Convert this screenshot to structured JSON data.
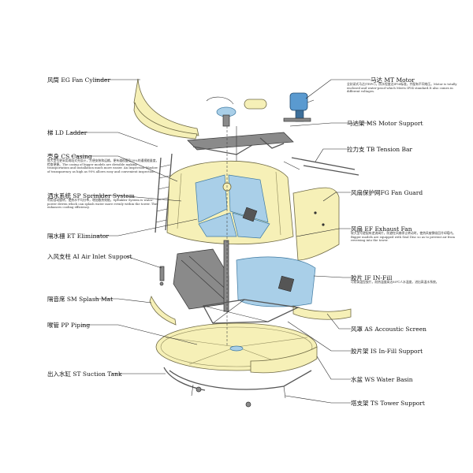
{
  "colors": {
    "shell": "#f6f0b7",
    "shell_stroke": "#6f6a45",
    "blue_fill": "#a9cfe8",
    "blue_stroke": "#3f7aa2",
    "frame_dark": "#555555",
    "line": "#222222",
    "motor_blue": "#5a9ad0"
  },
  "labels": {
    "fan_cylinder": "风筒 EG  Fan Cylinder",
    "ladder": "梯 LD  Ladder",
    "casing": "壳身 CS  Casing",
    "casing_desc": "较大型号更采用两段式壳设计，方便安装和运输。便有通视窗及30%的通视能量度，检查便捷。The casing of bigger models are divisible making transportation and installation much more easier. An Inspection Window of transparency as high as 90% allows easy and convenient inspection.",
    "sprinkler": "洒水系统 SP  Sprinkler System",
    "sprinkler_desc": "利用自动旋转，使热水平均分布，增加散热效能。Sprinkler System is water-power driven which can splash water more evenly within the tower. This enhances cooling efficiency.",
    "eliminator": "隔水栅 ET  Eliminator",
    "air_inlet": "入风支柱 AI  Air Inlet Support",
    "splash_mat": "隔音席 SM  Splash Mat",
    "piping": "喉管 PP  Piping",
    "suction_tank": "出入水缸 ST  Suction Tank",
    "motor": "马达 MT  Motor",
    "motor_desc": "全封闭式马达(TEFC)，防水程度达IP54标准，并配有不同电压。Motor is totally enclosed and water-proof which Meets IP54 standard.It also comes in different voltages.",
    "motor_support": "马达架 MS  Motor Support",
    "tension_bar": "拉力支 TB  Tension Bar",
    "fan_guard": "风扇保护网FG  Fan Guard",
    "exhaust_fan": "风扇 EF  Exhaust Fan",
    "exhaust_fan_desc": "较大型号更配有逆流阀片，防避在风扇停止转动时，使热风被倒吸回冷却塔内。Bigger models are equipped with Seal Disc so as to prevent air from reversing into the tower.",
    "infill": "胶片 IF  IN-Fill",
    "infill_desc": "可防高温型胶片，耐热温度高达80℃人水温度，进出高温水系统。",
    "accoustic_screen": "风罩 AS  Accoustic Screen",
    "infill_support": "胶片架 IS  In-Fill Support",
    "water_basin": "水盆 WS  Water Basin",
    "tower_support": "塔支架 TS  Tower Support"
  }
}
